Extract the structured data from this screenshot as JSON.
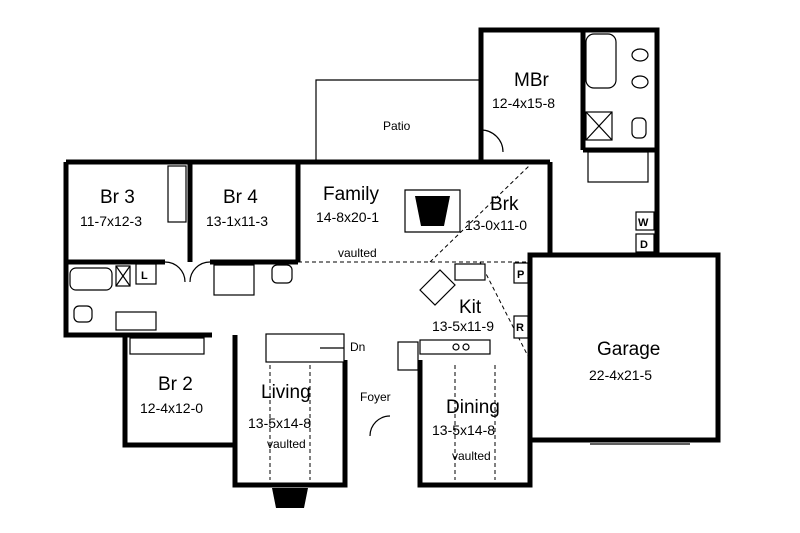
{
  "rooms": {
    "mbr": {
      "name": "MBr",
      "size": "12-4x15-8"
    },
    "br3": {
      "name": "Br 3",
      "size": "11-7x12-3"
    },
    "br4": {
      "name": "Br 4",
      "size": "13-1x11-3"
    },
    "family": {
      "name": "Family",
      "size": "14-8x20-1",
      "note": "vaulted"
    },
    "brk": {
      "name": "Brk",
      "size": "13-0x11-0"
    },
    "kit": {
      "name": "Kit",
      "size": "13-5x11-9"
    },
    "garage": {
      "name": "Garage",
      "size": "22-4x21-5"
    },
    "br2": {
      "name": "Br 2",
      "size": "12-4x12-0"
    },
    "living": {
      "name": "Living",
      "size": "13-5x14-8",
      "note": "vaulted"
    },
    "dining": {
      "name": "Dining",
      "size": "13-5x14-8",
      "note": "vaulted"
    }
  },
  "labels": {
    "patio": "Patio",
    "foyer": "Foyer",
    "stairs": "Dn",
    "linen": "L",
    "washer": "W",
    "dryer": "D",
    "pantry": "P",
    "refrigerator": "R"
  }
}
